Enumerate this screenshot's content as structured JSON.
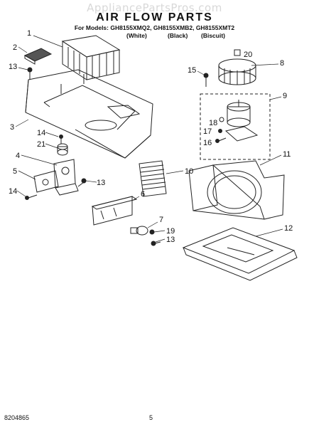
{
  "watermark": "AppliancePartsPros.com",
  "title": "AIR FLOW PARTS",
  "models_line": "For Models: GH8155XMQ2, GH8155XMB2, GH8155XMT2",
  "variants": {
    "white": "(White)",
    "black": "(Black)",
    "biscuit": "(Biscuit)"
  },
  "callouts": {
    "c1": "1",
    "c2": "2",
    "c3": "3",
    "c4": "4",
    "c5": "5",
    "c6": "6",
    "c7": "7",
    "c8": "8",
    "c9": "9",
    "c10": "10",
    "c11": "11",
    "c12": "12",
    "c13a": "13",
    "c13b": "13",
    "c13c": "13",
    "c14a": "14",
    "c14b": "14",
    "c15": "15",
    "c16": "16",
    "c17": "17",
    "c18": "18",
    "c19": "19",
    "c20": "20",
    "c21": "21"
  },
  "footer": {
    "part_number": "8204865",
    "page": "5"
  }
}
